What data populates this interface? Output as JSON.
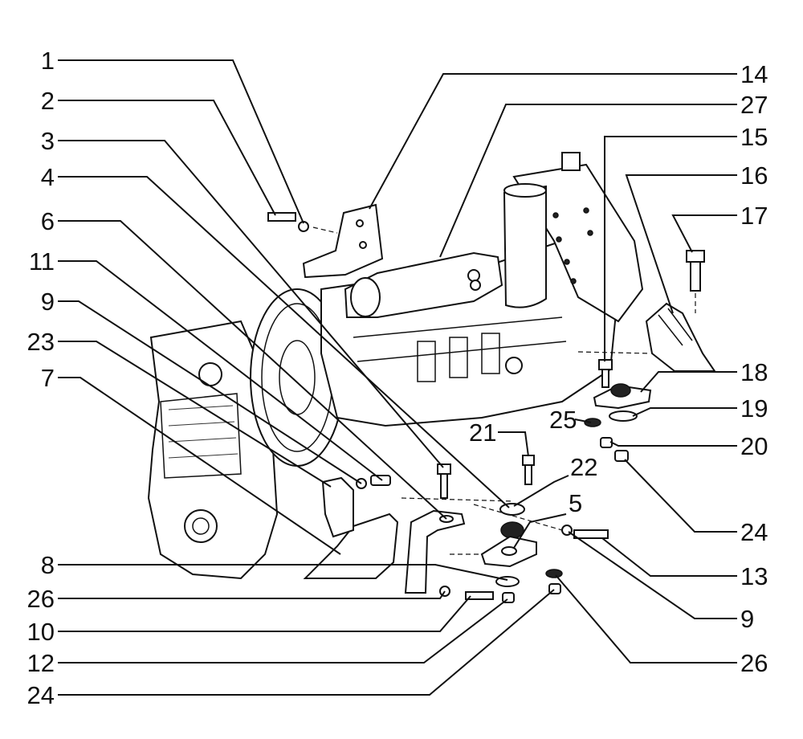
{
  "colors": {
    "ink": "#111111",
    "paper": "#ffffff"
  },
  "callouts": {
    "c1": "1",
    "c2": "2",
    "c3": "3",
    "c4": "4",
    "c6": "6",
    "c11": "11",
    "c9a": "9",
    "c23": "23",
    "c7": "7",
    "c8": "8",
    "c26a": "26",
    "c10": "10",
    "c12": "12",
    "c24a": "24",
    "c14": "14",
    "c27": "27",
    "c15": "15",
    "c16": "16",
    "c17": "17",
    "c18": "18",
    "c19": "19",
    "c20": "20",
    "c24b": "24",
    "c13": "13",
    "c9b": "9",
    "c26b": "26",
    "c21": "21",
    "c22": "22",
    "c5": "5",
    "c25": "25"
  }
}
